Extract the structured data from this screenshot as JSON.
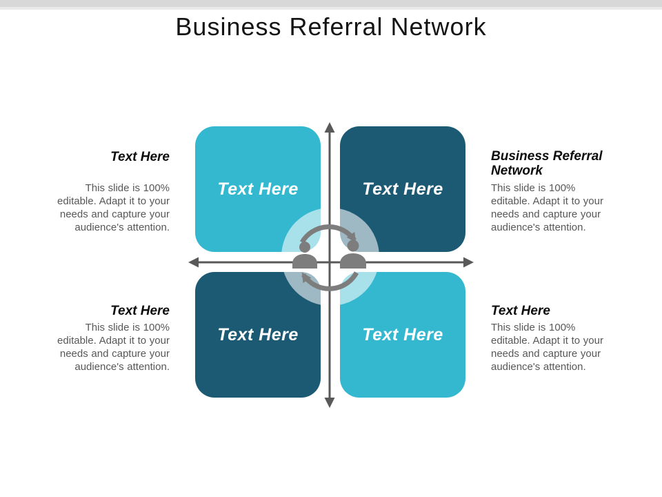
{
  "slide": {
    "title": "Business Referral Network"
  },
  "quadrants": [
    {
      "position": "top-left",
      "label": "Text Here",
      "color": "#34b8d0"
    },
    {
      "position": "top-right",
      "label": "Text Here",
      "color": "#1c5a73"
    },
    {
      "position": "bottom-left",
      "label": "Text Here",
      "color": "#1c5a73"
    },
    {
      "position": "bottom-right",
      "label": "Text Here",
      "color": "#34b8d0"
    }
  ],
  "callouts": [
    {
      "position": "top-left",
      "heading": "Text Here",
      "body": "This slide is 100% editable. Adapt it to your needs and capture your audience's attention."
    },
    {
      "position": "top-right",
      "heading": "Business Referral Network",
      "body": "This slide is 100% editable. Adapt it to your needs and capture your audience's attention."
    },
    {
      "position": "bottom-left",
      "heading": "Text Here",
      "body": "This slide is 100% editable. Adapt it to your needs and capture your audience's attention."
    },
    {
      "position": "bottom-right",
      "heading": "Text Here",
      "body": "This slide is 100% editable. Adapt it to your needs and capture your audience's attention."
    }
  ],
  "center_icon": {
    "name": "people-exchange-icon",
    "color": "#7d7d7d",
    "backdrop_color": "rgba(255,255,255,0.58)"
  },
  "axes": {
    "color": "#595959"
  },
  "colors": {
    "quadrant_cyan": "#34b8d0",
    "quadrant_dark_teal": "#1c5a73",
    "body_text": "#575757",
    "top_bar": "#d8d8d8"
  }
}
